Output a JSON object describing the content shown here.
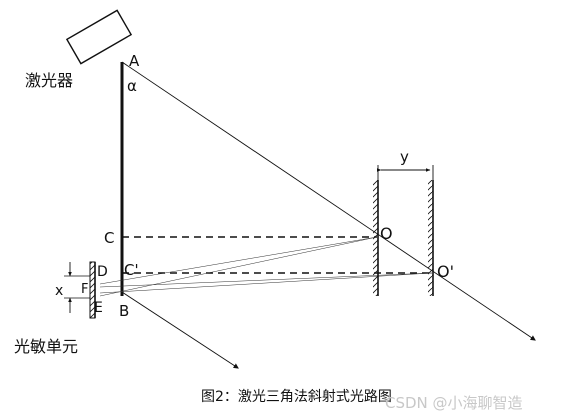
{
  "labels": {
    "laser_name": "激光器",
    "sensor_name": "光敏单元",
    "point_a": "A",
    "angle_alpha": "α",
    "point_c": "C",
    "point_c_prime": "C'",
    "point_d": "D",
    "point_f": "F",
    "point_e": "E",
    "point_b": "B",
    "point_o": "O",
    "point_o_prime": "O'",
    "dim_x": "x",
    "dim_y": "y"
  },
  "caption": "图2：激光三角法斜射式光路图",
  "watermark": "CSDN @小海聊智造",
  "colors": {
    "ink": "#111111",
    "background": "#ffffff",
    "watermark": "#c8c8c8"
  }
}
